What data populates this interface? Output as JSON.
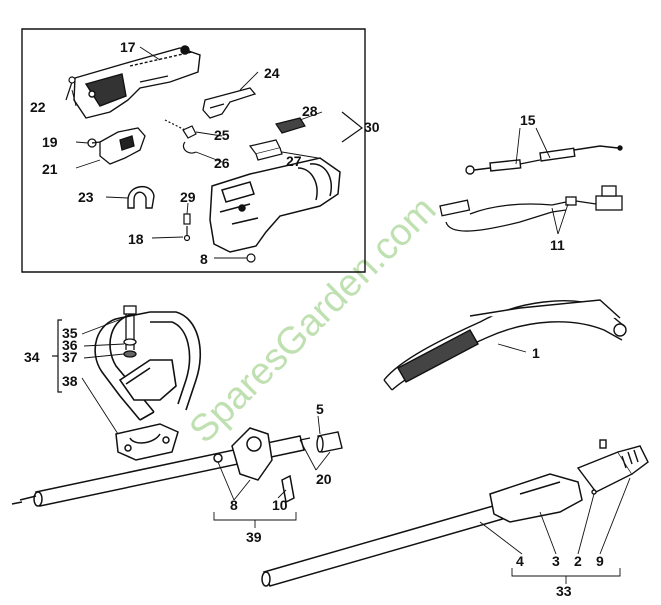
{
  "watermark": {
    "text": "SparesGarden.com",
    "color": "#8cc870"
  },
  "colors": {
    "ink": "#111111",
    "paper": "#ffffff"
  },
  "callouts": {
    "c1": "1",
    "c2": "2",
    "c3": "3",
    "c4": "4",
    "c5": "5",
    "c8a": "8",
    "c8b": "8",
    "c9": "9",
    "c10": "10",
    "c11": "11",
    "c15": "15",
    "c17": "17",
    "c18": "18",
    "c19": "19",
    "c20": "20",
    "c21": "21",
    "c22": "22",
    "c23": "23",
    "c24": "24",
    "c25": "25",
    "c26": "26",
    "c27": "27",
    "c28": "28",
    "c29": "29",
    "c30": "30",
    "c33": "33",
    "c34": "34",
    "c35": "35",
    "c36": "36",
    "c37": "37",
    "c38": "38",
    "c39": "39"
  }
}
